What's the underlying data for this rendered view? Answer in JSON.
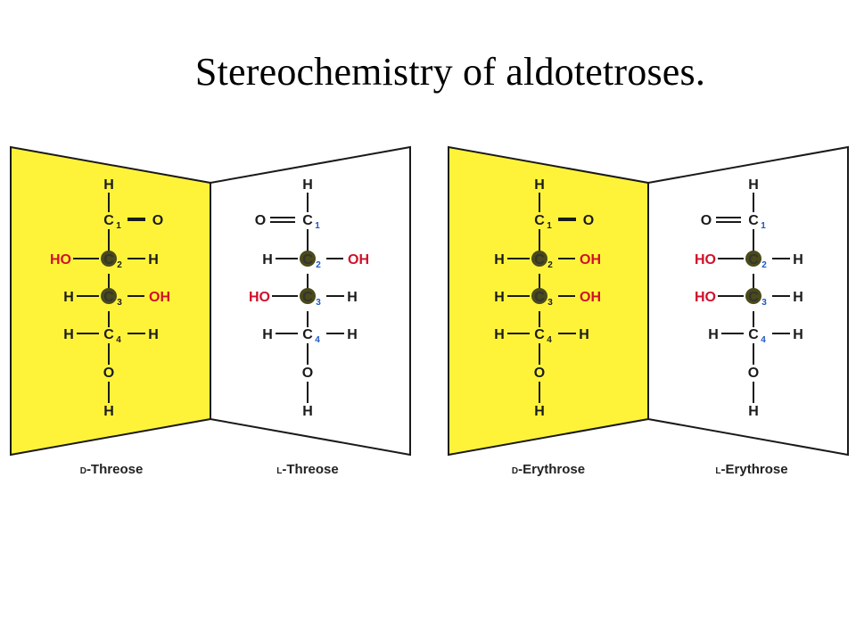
{
  "title": "Stereochemistry of aldotetroses.",
  "colors": {
    "panel_yellow": "#fff33a",
    "text_black": "#1a1a1a",
    "text_red": "#d0102a",
    "text_blue": "#1a58c8",
    "chiral_center": "#4a4a1a"
  },
  "atoms": {
    "H": "H",
    "C": "C",
    "O": "O",
    "OH": "OH",
    "HO": "HO"
  },
  "numbers": [
    "1",
    "2",
    "3",
    "4"
  ],
  "molecules": [
    {
      "name_prefix": "D",
      "name_suffix": "-Threose",
      "panel": "yellow",
      "carbonyl_side": "right",
      "c2": {
        "left": "HO",
        "right": "H"
      },
      "c3": {
        "left": "H",
        "right": "OH"
      }
    },
    {
      "name_prefix": "L",
      "name_suffix": "-Threose",
      "panel": "white",
      "carbonyl_side": "left",
      "c2": {
        "left": "H",
        "right": "OH"
      },
      "c3": {
        "left": "HO",
        "right": "H"
      }
    },
    {
      "name_prefix": "D",
      "name_suffix": "-Erythrose",
      "panel": "yellow",
      "carbonyl_side": "right",
      "c2": {
        "left": "H",
        "right": "OH"
      },
      "c3": {
        "left": "H",
        "right": "OH"
      }
    },
    {
      "name_prefix": "L",
      "name_suffix": "-Erythrose",
      "panel": "white",
      "carbonyl_side": "left",
      "c2": {
        "left": "HO",
        "right": "H"
      },
      "c3": {
        "left": "HO",
        "right": "H"
      }
    }
  ]
}
